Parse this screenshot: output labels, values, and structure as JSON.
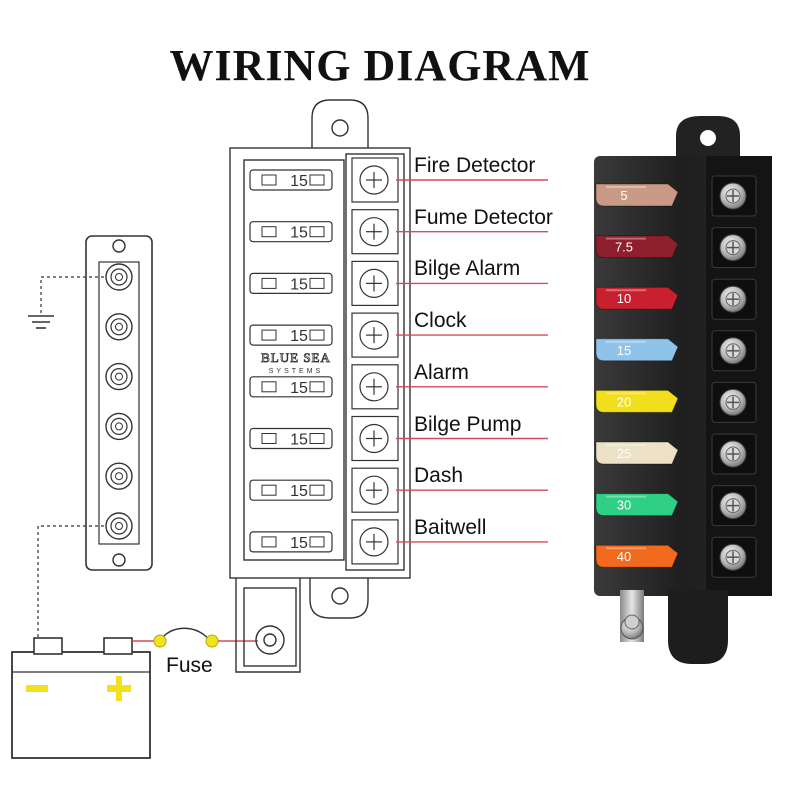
{
  "title": "WIRING DIAGRAM",
  "circuits": [
    {
      "label": "Fire Detector",
      "amp": "5",
      "color": "#c99a86"
    },
    {
      "label": "Fume Detector",
      "amp": "7.5",
      "color": "#8f1f2c"
    },
    {
      "label": "Bilge Alarm",
      "amp": "10",
      "color": "#c8202f"
    },
    {
      "label": "Clock",
      "amp": "15",
      "color": "#8fc3ea"
    },
    {
      "label": "Alarm",
      "amp": "20",
      "color": "#f1df1e"
    },
    {
      "label": "Bilge Pump",
      "amp": "25",
      "color": "#ece0c6"
    },
    {
      "label": "Dash",
      "amp": "30",
      "color": "#2fcf86"
    },
    {
      "label": "Baitwell",
      "amp": "40",
      "color": "#f26a1e"
    }
  ],
  "drawing_fuse_rating": "15",
  "brand_text": [
    "BLUE SEA",
    "SYSTEMS"
  ],
  "fuse_label": "Fuse",
  "battery_terminals": {
    "negative": "−",
    "positive": "+"
  },
  "colors": {
    "wire": "#d64a5a",
    "fuse_wire_end": "#f0e21e",
    "battery_sign": "#f2e21e",
    "block_body": "#2a2a2a"
  }
}
